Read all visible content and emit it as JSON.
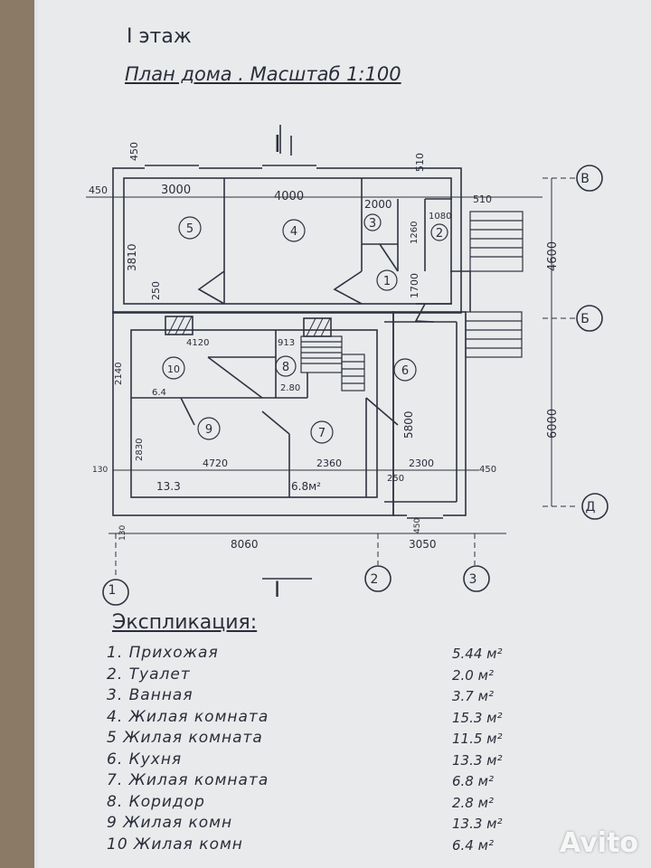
{
  "header": {
    "floor": "I этаж",
    "title": "План дома . Масштаб 1:100"
  },
  "section_mark": "I",
  "axes": {
    "a1": "1",
    "a2": "2",
    "a3": "3",
    "ab": "В",
    "bb": "Б",
    "cb": "Д"
  },
  "dimensions": {
    "d450_top": "450",
    "d450_left": "450",
    "d3000": "3000",
    "d4000": "4000",
    "d2000": "2000",
    "d510_top": "510",
    "d1080": "1080",
    "d510_right": "510",
    "d1260": "1260",
    "d3810": "3810",
    "d250_mid": "250",
    "d1700": "1700",
    "d4600": "4600",
    "d4120": "4120",
    "d913": "913",
    "d2140": "2140",
    "d64": "6.4",
    "d280": "2.80",
    "d5800": "5800",
    "d6000": "6000",
    "d2830": "2830",
    "d4720": "4720",
    "d2360": "2360",
    "d2300": "2300",
    "d130": "130",
    "d450_bottom": "450",
    "d133": "13.3",
    "d68m": "6.8м²",
    "d250_bottom": "250",
    "d450_low": "450",
    "d130_low": "130",
    "d8060": "8060",
    "d3050": "3050"
  },
  "rooms": {
    "r1": "1",
    "r2": "2",
    "r3": "3",
    "r4": "4",
    "r5": "5",
    "r6": "6",
    "r7": "7",
    "r8": "8",
    "r9": "9",
    "r10": "10"
  },
  "legend": {
    "title": "Экспликация:",
    "items": [
      {
        "label": "1. Прихожая",
        "area": "5.44 м²"
      },
      {
        "label": "2. Туалет",
        "area": "2.0 м²"
      },
      {
        "label": "3. Ванная",
        "area": "3.7 м²"
      },
      {
        "label": "4. Жилая комната",
        "area": "15.3 м²"
      },
      {
        "label": "5 Жилая комната",
        "area": "11.5 м²"
      },
      {
        "label": "6. Кухня",
        "area": "13.3 м²"
      },
      {
        "label": "7. Жилая комната",
        "area": "6.8 м²"
      },
      {
        "label": "8. Коридор",
        "area": "2.8 м²"
      },
      {
        "label": "9 Жилая комн",
        "area": "13.3 м²"
      },
      {
        "label": "10 Жилая комн",
        "area": "6.4 м²"
      }
    ]
  },
  "watermark": "Avito"
}
